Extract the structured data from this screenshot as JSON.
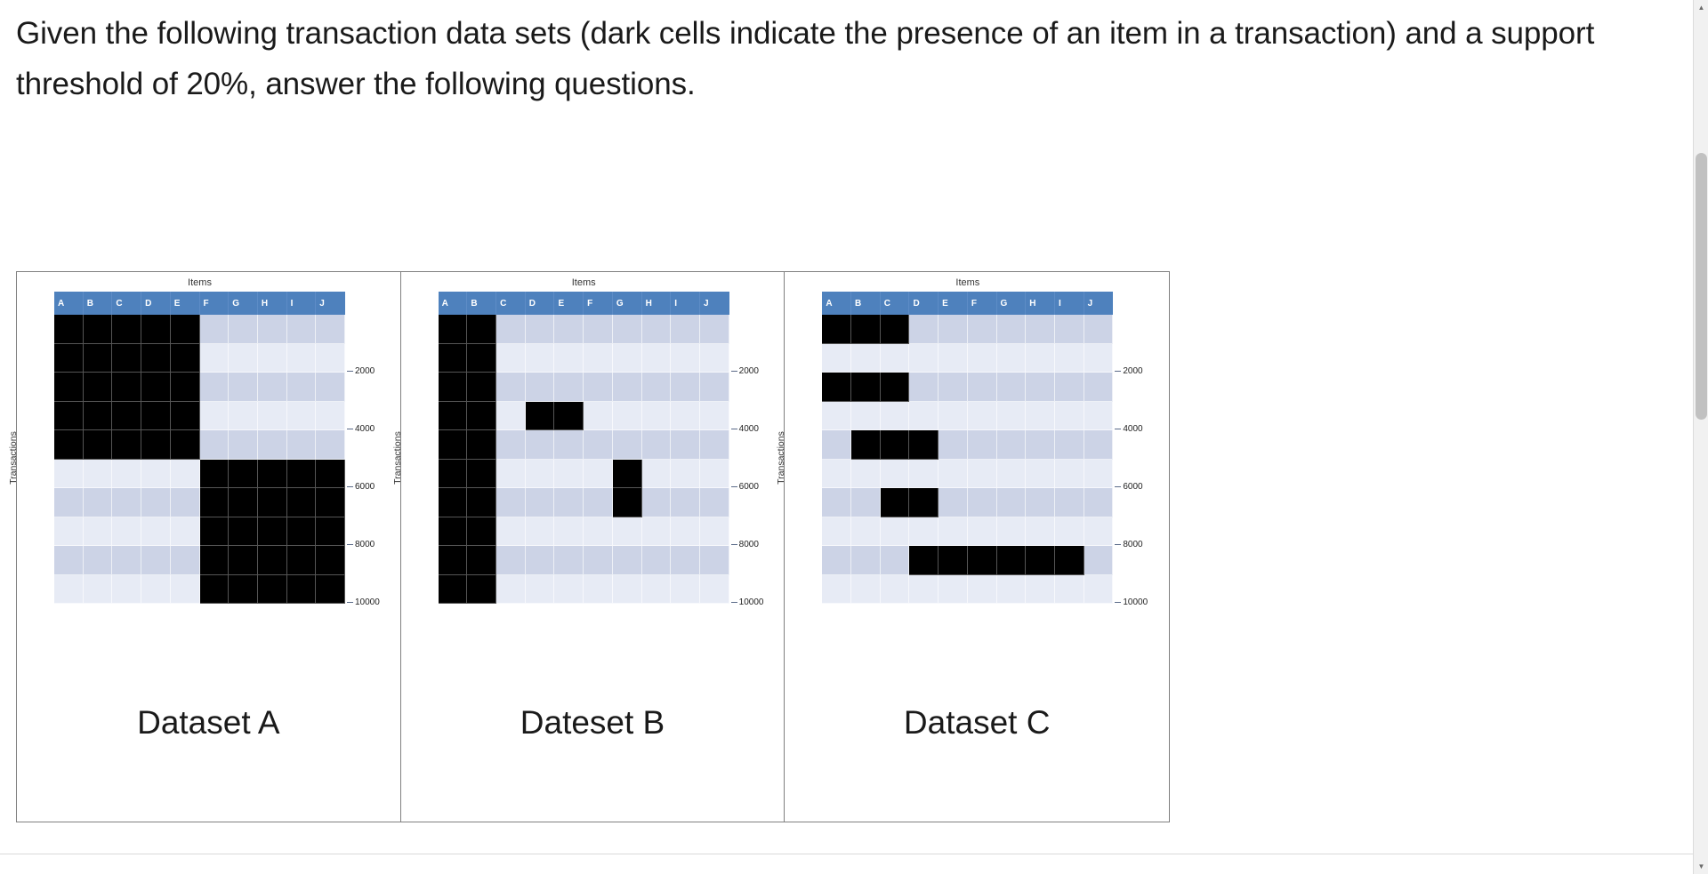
{
  "prompt": {
    "text": "Given the following transaction data sets (dark cells indicate the presence of an item in a transaction) and a support threshold of 20%, answer the following questions."
  },
  "colors": {
    "header_blue": "#4e81bd",
    "cell_on": "#000000",
    "cell_off_dark": "#ccd3e6",
    "cell_off_light": "#e7ebf5",
    "border_gray": "#808080",
    "text": "#1a1a1a"
  },
  "scrollbar": {
    "up_arrow": "▲",
    "down_arrow": "▼"
  },
  "figure": {
    "panels": [
      {
        "caption": "Dataset A",
        "chart_title": "Items",
        "ylabel": "Transactions",
        "columns": [
          "A",
          "B",
          "C",
          "D",
          "E",
          "F",
          "G",
          "H",
          "I",
          "J"
        ],
        "yticks": [
          "2000",
          "4000",
          "6000",
          "8000",
          "10000"
        ]
      },
      {
        "caption": "Dateset B",
        "chart_title": "Items",
        "ylabel": "Transactions",
        "columns": [
          "A",
          "B",
          "C",
          "D",
          "E",
          "F",
          "G",
          "H",
          "I",
          "J"
        ],
        "yticks": [
          "2000",
          "4000",
          "6000",
          "8000",
          "10000"
        ]
      },
      {
        "caption": "Dataset C",
        "chart_title": "Items",
        "ylabel": "Transactions",
        "columns": [
          "A",
          "B",
          "C",
          "D",
          "E",
          "F",
          "G",
          "H",
          "I",
          "J"
        ],
        "yticks": [
          "2000",
          "4000",
          "6000",
          "8000",
          "10000"
        ]
      }
    ]
  },
  "chart_data": [
    {
      "type": "heatmap",
      "title": "Items",
      "xlabel": "Items",
      "ylabel": "Transactions",
      "categories": [
        "A",
        "B",
        "C",
        "D",
        "E",
        "F",
        "G",
        "H",
        "I",
        "J"
      ],
      "ytick_labels": [
        "2000",
        "4000",
        "6000",
        "8000",
        "10000"
      ],
      "ylim": [
        0,
        10000
      ],
      "legend": "dark cells indicate presence of an item in a transaction",
      "n_rows": 10,
      "matrix": [
        [
          1,
          1,
          1,
          1,
          1,
          0,
          0,
          0,
          0,
          0
        ],
        [
          1,
          1,
          1,
          1,
          1,
          0,
          0,
          0,
          0,
          0
        ],
        [
          1,
          1,
          1,
          1,
          1,
          0,
          0,
          0,
          0,
          0
        ],
        [
          1,
          1,
          1,
          1,
          1,
          0,
          0,
          0,
          0,
          0
        ],
        [
          1,
          1,
          1,
          1,
          1,
          0,
          0,
          0,
          0,
          0
        ],
        [
          0,
          0,
          0,
          0,
          0,
          1,
          1,
          1,
          1,
          1
        ],
        [
          0,
          0,
          0,
          0,
          0,
          1,
          1,
          1,
          1,
          1
        ],
        [
          0,
          0,
          0,
          0,
          0,
          1,
          1,
          1,
          1,
          1
        ],
        [
          0,
          0,
          0,
          0,
          0,
          1,
          1,
          1,
          1,
          1
        ],
        [
          0,
          0,
          0,
          0,
          0,
          1,
          1,
          1,
          1,
          1
        ]
      ]
    },
    {
      "type": "heatmap",
      "title": "Items",
      "xlabel": "Items",
      "ylabel": "Transactions",
      "categories": [
        "A",
        "B",
        "C",
        "D",
        "E",
        "F",
        "G",
        "H",
        "I",
        "J"
      ],
      "ytick_labels": [
        "2000",
        "4000",
        "6000",
        "8000",
        "10000"
      ],
      "ylim": [
        0,
        10000
      ],
      "legend": "dark cells indicate presence of an item in a transaction",
      "n_rows": 10,
      "matrix": [
        [
          1,
          1,
          0,
          0,
          0,
          0,
          0,
          0,
          0,
          0
        ],
        [
          1,
          1,
          0,
          0,
          0,
          0,
          0,
          0,
          0,
          0
        ],
        [
          1,
          1,
          0,
          0,
          0,
          0,
          0,
          0,
          0,
          0
        ],
        [
          1,
          1,
          0,
          1,
          1,
          0,
          0,
          0,
          0,
          0
        ],
        [
          1,
          1,
          0,
          0,
          0,
          0,
          0,
          0,
          0,
          0
        ],
        [
          1,
          1,
          0,
          0,
          0,
          0,
          1,
          0,
          0,
          0
        ],
        [
          1,
          1,
          0,
          0,
          0,
          0,
          1,
          0,
          0,
          0
        ],
        [
          1,
          1,
          0,
          0,
          0,
          0,
          0,
          0,
          0,
          0
        ],
        [
          1,
          1,
          0,
          0,
          0,
          0,
          0,
          0,
          0,
          0
        ],
        [
          1,
          1,
          0,
          0,
          0,
          0,
          0,
          0,
          0,
          0
        ]
      ]
    },
    {
      "type": "heatmap",
      "title": "Items",
      "xlabel": "Items",
      "ylabel": "Transactions",
      "categories": [
        "A",
        "B",
        "C",
        "D",
        "E",
        "F",
        "G",
        "H",
        "I",
        "J"
      ],
      "ytick_labels": [
        "2000",
        "4000",
        "6000",
        "8000",
        "10000"
      ],
      "ylim": [
        0,
        10000
      ],
      "legend": "dark cells indicate presence of an item in a transaction",
      "n_rows": 10,
      "matrix": [
        [
          1,
          1,
          1,
          0,
          0,
          0,
          0,
          0,
          0,
          0
        ],
        [
          0,
          0,
          0,
          0,
          0,
          0,
          0,
          0,
          0,
          0
        ],
        [
          1,
          1,
          1,
          0,
          0,
          0,
          0,
          0,
          0,
          0
        ],
        [
          0,
          0,
          0,
          0,
          0,
          0,
          0,
          0,
          0,
          0
        ],
        [
          0,
          1,
          1,
          1,
          0,
          0,
          0,
          0,
          0,
          0
        ],
        [
          0,
          0,
          0,
          0,
          0,
          0,
          0,
          0,
          0,
          0
        ],
        [
          0,
          0,
          1,
          1,
          0,
          0,
          0,
          0,
          0,
          0
        ],
        [
          0,
          0,
          0,
          0,
          0,
          0,
          0,
          0,
          0,
          0
        ],
        [
          0,
          0,
          0,
          1,
          1,
          1,
          1,
          1,
          1,
          0
        ],
        [
          0,
          0,
          0,
          0,
          0,
          0,
          0,
          0,
          0,
          0
        ]
      ]
    }
  ]
}
